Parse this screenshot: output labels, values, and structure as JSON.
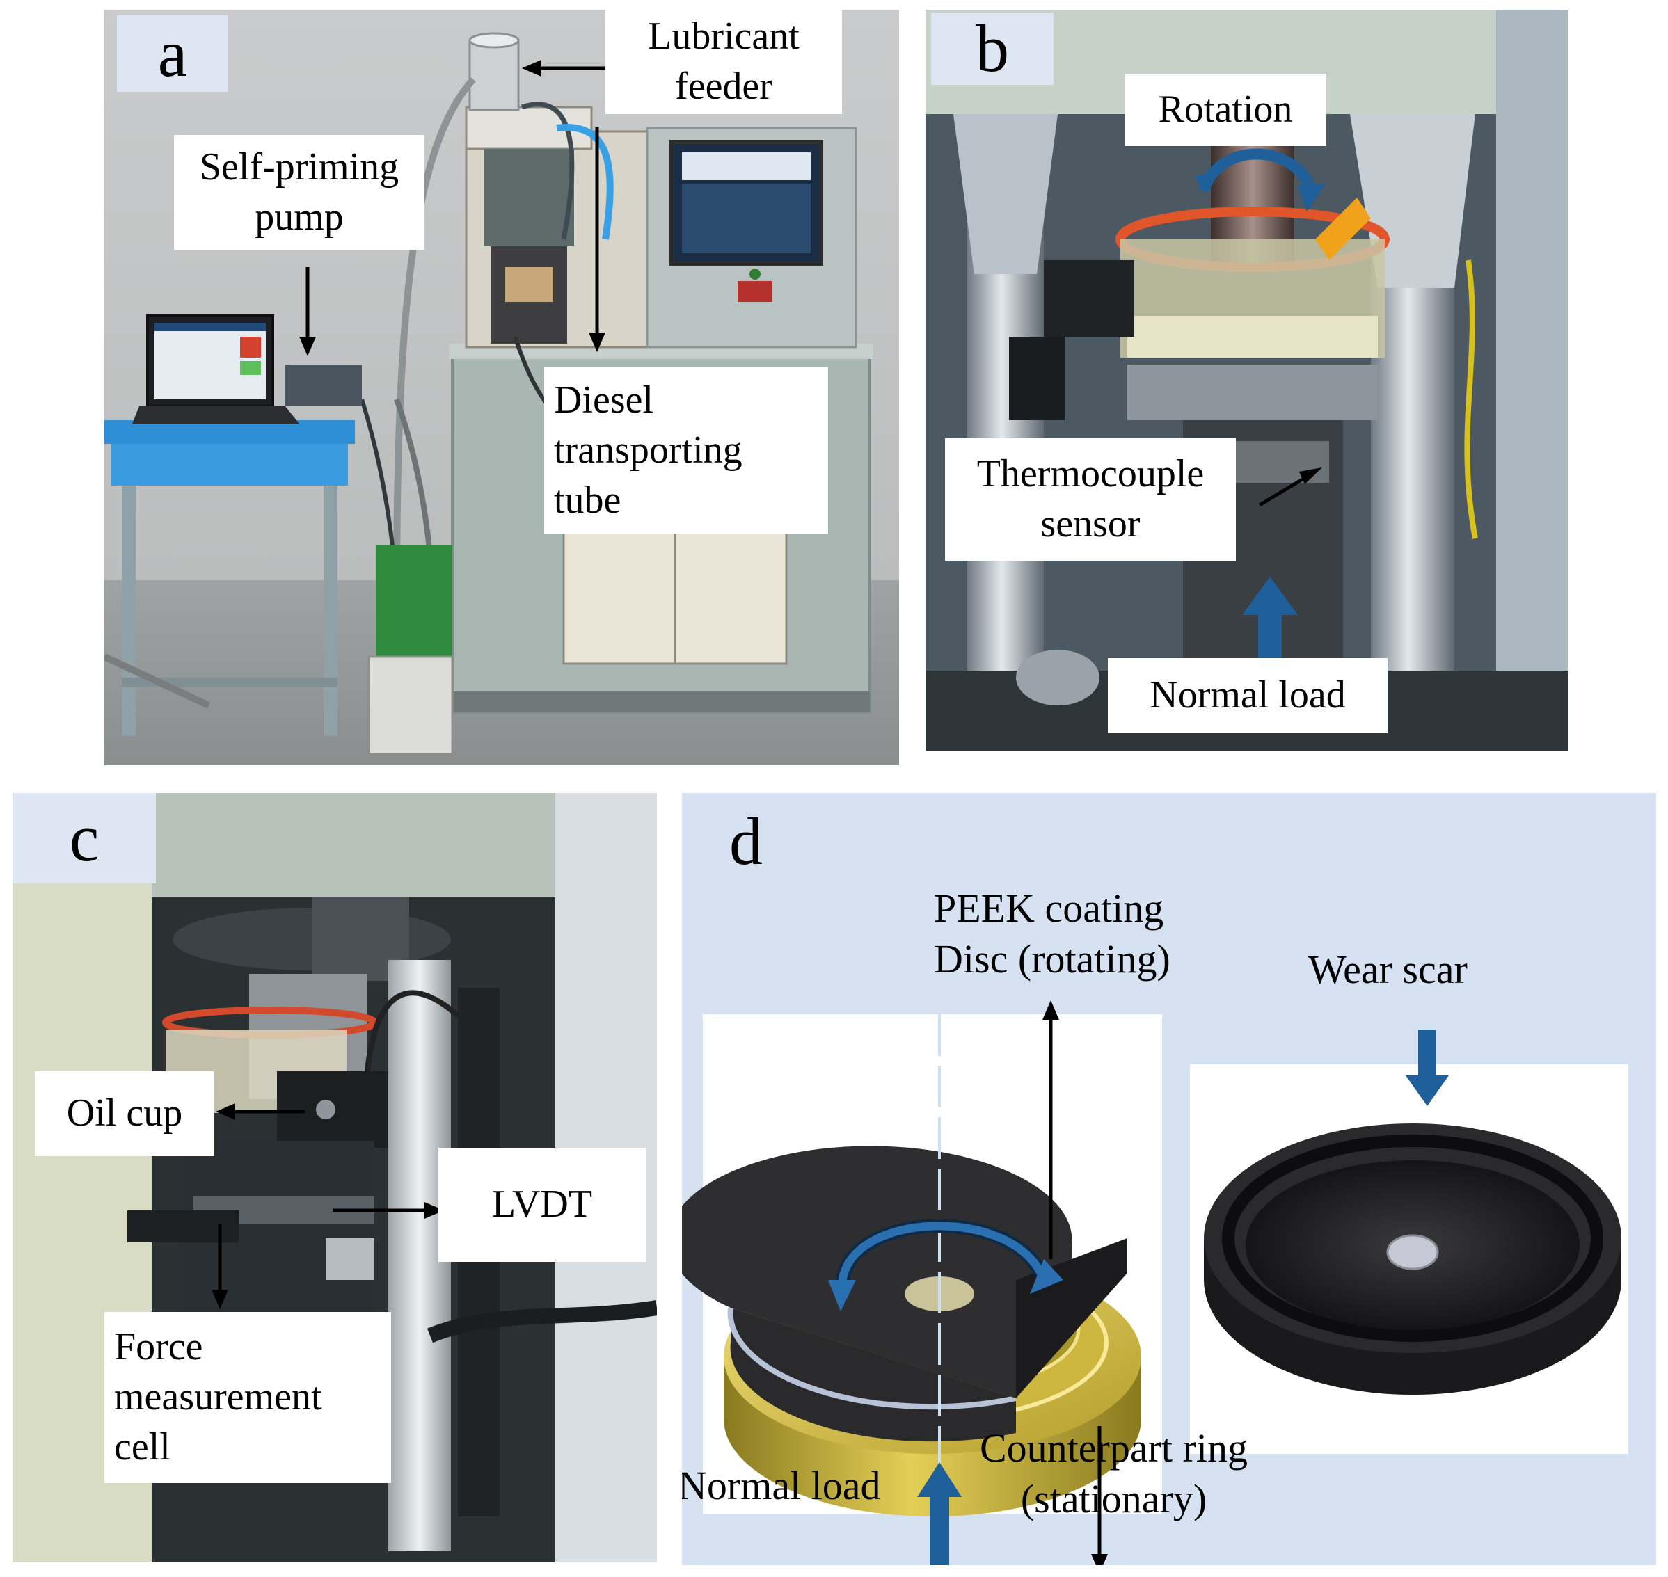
{
  "figure": {
    "panel_a": {
      "label": "a",
      "lubricant_feeder": [
        "Lubricant",
        "feeder"
      ],
      "self_priming_pump": [
        "Self-priming",
        "pump"
      ],
      "diesel_tube": [
        "Diesel",
        "transporting",
        "tube"
      ]
    },
    "panel_b": {
      "label": "b",
      "rotation": "Rotation",
      "thermocouple": [
        "Thermocouple",
        "sensor"
      ],
      "normal_load": "Normal load"
    },
    "panel_c": {
      "label": "c",
      "oil_cup": "Oil cup",
      "lvdt": "LVDT",
      "force_cell": [
        "Force",
        "measurement",
        "cell"
      ]
    },
    "panel_d": {
      "label": "d",
      "peek": [
        "PEEK coating",
        "Disc  (rotating)"
      ],
      "wear_scar": "Wear scar",
      "normal_load": "Normal load",
      "counterpart": [
        "Counterpart ring",
        "(stationary)"
      ]
    }
  },
  "colors": {
    "label_bg": "#dde6f2",
    "panel_d_bg": "#d6e2f2",
    "arrow_blue": "#1f5f9a",
    "bench_blue": "#2f8fd6",
    "machine_gray": "#a8b6b2",
    "ring_gold": "#c9b23a",
    "disc_black": "#2a2a2c"
  }
}
